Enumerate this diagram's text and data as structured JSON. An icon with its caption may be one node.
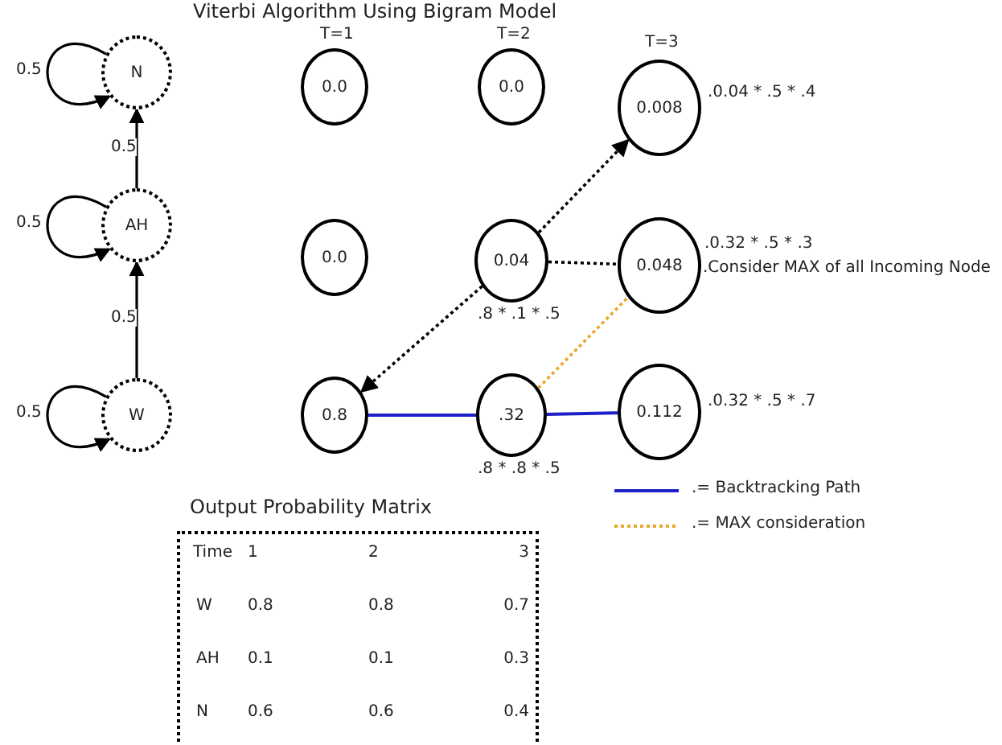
{
  "diagram": {
    "title": "Viterbi Algorithm Using Bigram Model",
    "nodes": [
      {
        "text": [
          "N"
        ]
      },
      {
        "text": [
          "AH"
        ]
      },
      {
        "text": [
          "W"
        ]
      },
      {
        "text": [
          "0.0"
        ]
      },
      {
        "text": [
          "0.0"
        ]
      },
      {
        "text": [
          "0.008"
        ],
        "beside": [
          ".0.04 * .5 * .4"
        ]
      },
      {
        "text": [
          "0.0"
        ]
      },
      {
        "text": [
          "0.04"
        ],
        "beside": [
          ".8 * .1 * .5"
        ]
      },
      {
        "text": [
          "0.048"
        ],
        "beside": [
          ".0.32 * .5 * .3",
          ".Consider MAX of all Incoming Node"
        ]
      },
      {
        "text": [
          "0.8"
        ]
      },
      {
        "text": [
          ".32"
        ],
        "beside": [
          ".8 * .8 * .5"
        ]
      },
      {
        "text": [
          "0.112"
        ],
        "beside": [
          ".0.32 * .5 * .7"
        ]
      },
      {
        "text": [
          "Output Probability Matrix"
        ]
      }
    ],
    "edges": [
      {
        "from": 0,
        "to": 0,
        "arrow": "to",
        "label": "0.5"
      },
      {
        "from": 1,
        "to": 0,
        "arrow": "to",
        "label": "0.5"
      },
      {
        "from": 1,
        "to": 1,
        "arrow": "to",
        "label": "0.5"
      },
      {
        "from": 2,
        "to": 1,
        "arrow": "to",
        "label": "0.5"
      },
      {
        "from": 2,
        "to": 2,
        "arrow": "to",
        "label": "0.5"
      },
      {
        "from": 7,
        "to": 9,
        "arrow": "to",
        "style": "dashed"
      },
      {
        "from": 7,
        "to": 5,
        "arrow": "to",
        "style": "dashed"
      },
      {
        "from": 7,
        "to": 8,
        "arrow": "none",
        "style": "dashed"
      },
      {
        "from": 9,
        "to": 10,
        "arrow": "none",
        "color": "#1f1fc8"
      },
      {
        "from": 10,
        "to": 11,
        "arrow": "none",
        "color": "#1f1fc8"
      },
      {
        "from": 10,
        "to": 8,
        "arrow": "none",
        "style": "dashed",
        "color": "#e8a82a"
      }
    ],
    "labels": [
      "T=1",
      "T=2",
      "T=3",
      "Time",
      "1",
      "2",
      "3",
      "W",
      "0.8",
      "0.8",
      "0.7",
      "AH",
      "0.1",
      "0.1",
      "0.3",
      "N",
      "0.6",
      "0.6",
      "0.4"
    ],
    "legend": [
      {
        "text": ".= Backtracking Path"
      },
      {
        "text": ".= MAX consideration"
      }
    ]
  }
}
